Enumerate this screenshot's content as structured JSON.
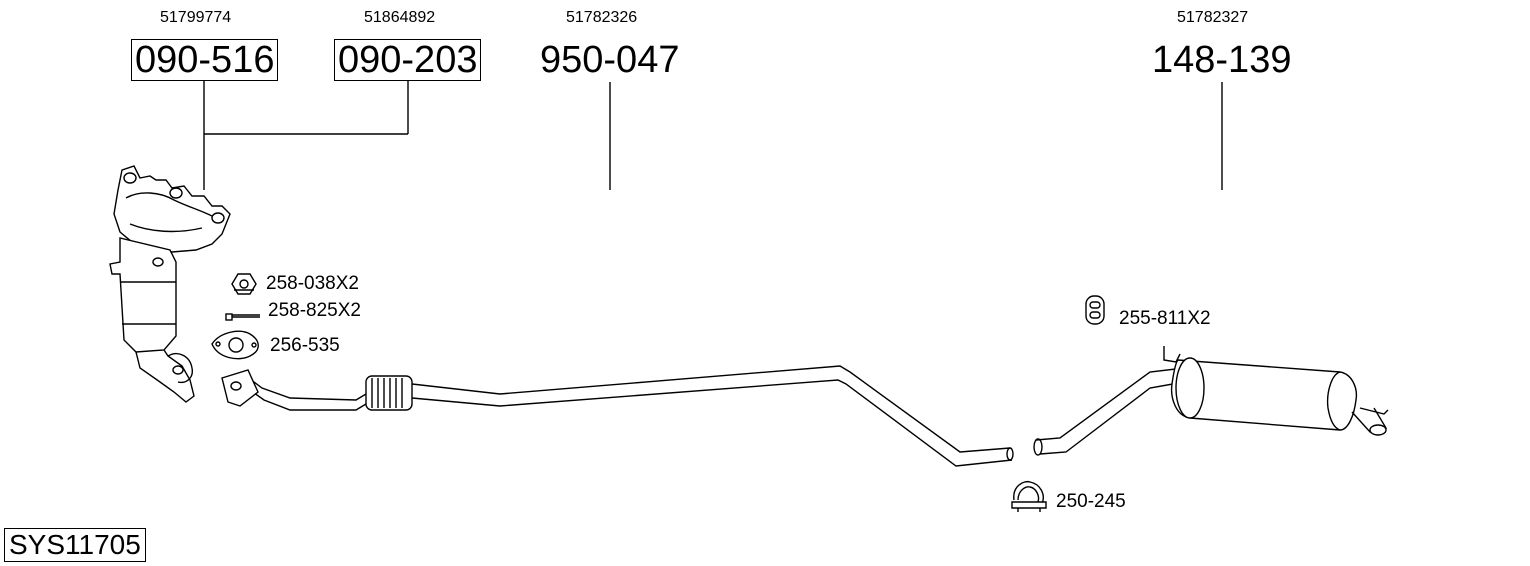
{
  "system_code": "SYS11705",
  "parts": [
    {
      "code": "090-516",
      "oe": "51799774",
      "boxed": true
    },
    {
      "code": "090-203",
      "oe": "51864892",
      "boxed": true
    },
    {
      "code": "950-047",
      "oe": "51782326",
      "boxed": false
    },
    {
      "code": "148-139",
      "oe": "51782327",
      "boxed": false
    }
  ],
  "accessories": [
    {
      "code": "258-038X2",
      "icon": "nut-icon"
    },
    {
      "code": "258-825X2",
      "icon": "bolt-icon"
    },
    {
      "code": "256-535",
      "icon": "gasket-icon"
    },
    {
      "code": "255-811X2",
      "icon": "rubber-hanger-icon"
    },
    {
      "code": "250-245",
      "icon": "clamp-icon"
    }
  ]
}
